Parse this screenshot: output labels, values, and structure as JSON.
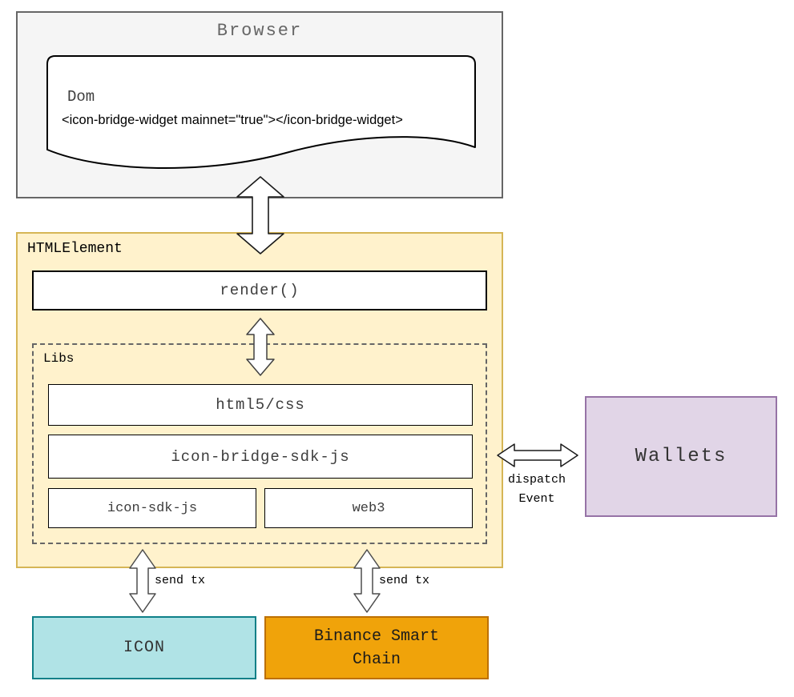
{
  "browser": {
    "title": "Browser",
    "dom": {
      "label": "Dom",
      "markup": "<icon-bridge-widget mainnet=\"true\"></icon-bridge-widget>"
    }
  },
  "html_element": {
    "title": "HTMLElement",
    "render_label": "render()",
    "libs": {
      "title": "Libs",
      "html5css": "html5/css",
      "bridge_sdk": "icon-bridge-sdk-js",
      "icon_sdk": "icon-sdk-js",
      "web3": "web3"
    }
  },
  "wallets": {
    "label": "Wallets"
  },
  "chains": {
    "icon": "ICON",
    "bsc": "Binance Smart Chain"
  },
  "edge_labels": {
    "dispatch_line1": "dispatch",
    "dispatch_line2": "Event",
    "send_tx_left": "send tx",
    "send_tx_right": "send tx"
  },
  "colors": {
    "browser_fill": "#f5f5f5",
    "browser_stroke": "#666666",
    "document_fill": "#ffffff",
    "document_stroke": "#000000",
    "html_element_fill": "#fff2cc",
    "html_element_stroke": "#d6b656",
    "libs_dashed_stroke": "#666666",
    "inner_box_fill": "#ffffff",
    "inner_box_stroke": "#000000",
    "wallets_fill": "#e1d5e7",
    "wallets_stroke": "#9673a6",
    "icon_fill": "#b0e3e6",
    "icon_stroke": "#0e8088",
    "bsc_fill": "#f0a30a",
    "bsc_stroke": "#bd7000",
    "arrow_fill": "#ffffff",
    "arrow_stroke": "#333333"
  }
}
